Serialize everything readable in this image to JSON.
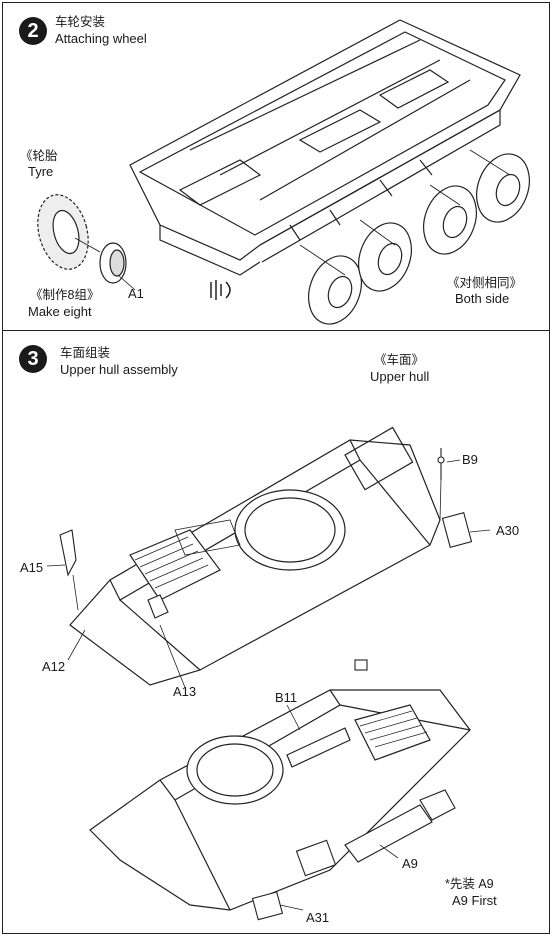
{
  "step2": {
    "number": "2",
    "title_cn": "车轮安装",
    "title_en": "Attaching wheel",
    "tyre_cn": "《轮胎",
    "tyre_en": "Tyre",
    "make_cn": "《制作8组》",
    "make_en": "Make eight",
    "part_a1": "A1",
    "both_cn": "《对侧相同》",
    "both_en": "Both side"
  },
  "step3": {
    "number": "3",
    "title_cn": "车面组装",
    "title_en": "Upper hull assembly",
    "upper_cn": "《车面》",
    "upper_en": "Upper hull",
    "parts": {
      "b9": "B9",
      "a30": "A30",
      "a15": "A15",
      "a12": "A12",
      "a13": "A13",
      "b11": "B11",
      "a9": "A9",
      "a31": "A31"
    },
    "note_cn": "*先装 A9",
    "note_en": "A9 First"
  }
}
